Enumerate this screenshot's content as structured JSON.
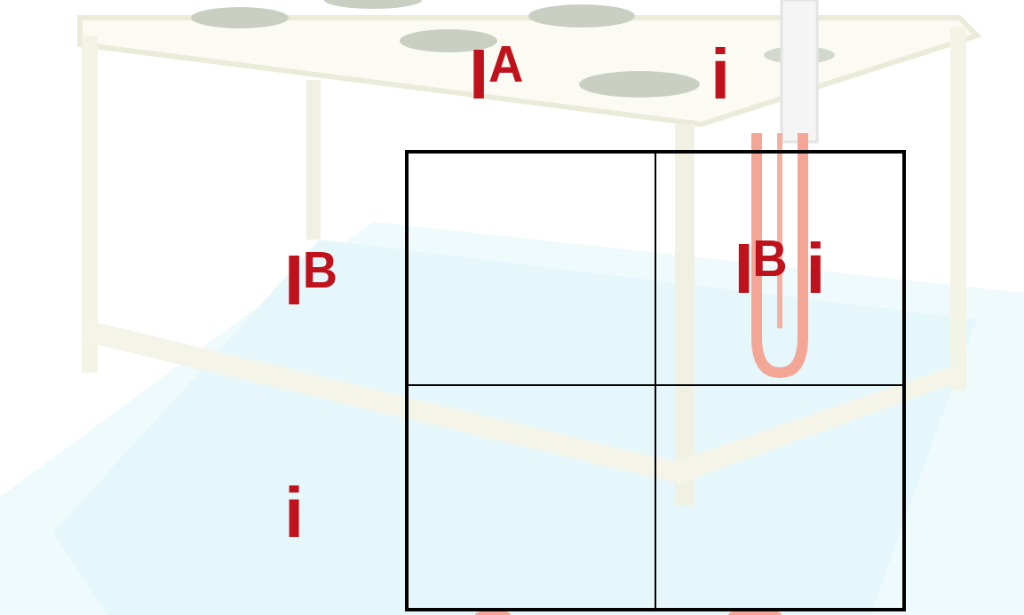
{
  "diagram": {
    "nodes": [
      {
        "text": [
          "Iᴮ i"
        ]
      }
    ],
    "labels": [
      "Iᴬ",
      "i",
      "Iᴮ",
      "i"
    ]
  }
}
